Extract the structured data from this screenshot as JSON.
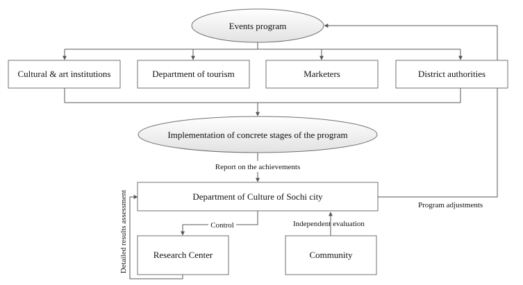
{
  "nodes": {
    "events_program": "Events program",
    "cultural_institutions": "Cultural & art institutions",
    "department_tourism": "Department of tourism",
    "marketers": "Marketers",
    "district_authorities": "District authorities",
    "implementation": "Implementation of concrete stages of the program",
    "department_culture": "Department of Culture of Sochi city",
    "research_center": "Research Center",
    "community": "Community"
  },
  "edges": {
    "report": "Report on the achievements",
    "program_adjustments": "Program adjustments",
    "control": "Control",
    "independent_evaluation": "Independent evaluation",
    "detailed_assessment": "Detailed results assessment"
  },
  "colors": {
    "ellipse_light": "#ffffff",
    "ellipse_dark": "#e2e2e2",
    "stroke": "#6f6f6f",
    "wire": "#555555"
  }
}
